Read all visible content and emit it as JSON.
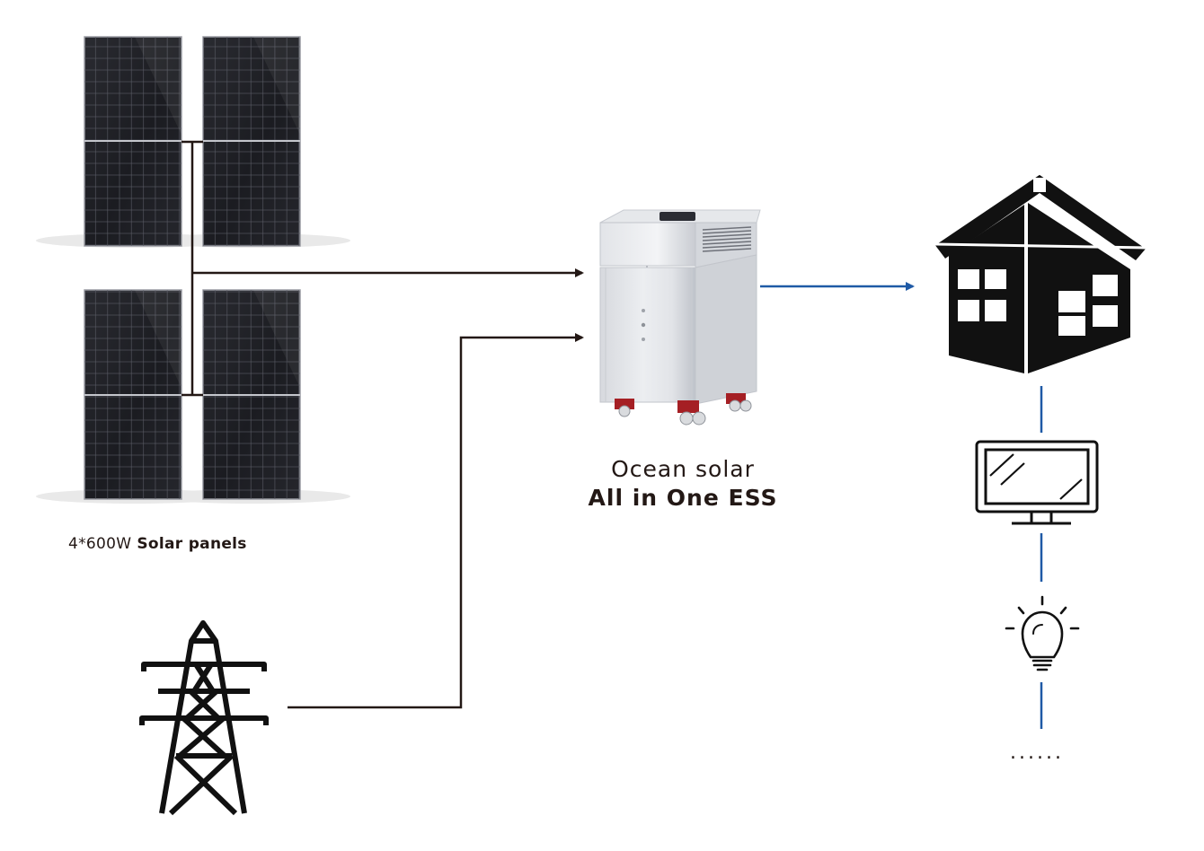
{
  "solar": {
    "quantity": "4*600W",
    "name": "Solar panels"
  },
  "ess": {
    "brand": "Ocean solar",
    "name": "All in One ESS"
  },
  "loads": {
    "more": "......"
  },
  "colors": {
    "dc_line": "#231815",
    "ac_line": "#1f5aa6",
    "panel": "#1c1d22",
    "house": "#111111"
  },
  "icons": [
    "solar-panel-icon",
    "transmission-tower-icon",
    "ess-cabinet-icon",
    "house-icon",
    "monitor-icon",
    "light-bulb-icon"
  ]
}
